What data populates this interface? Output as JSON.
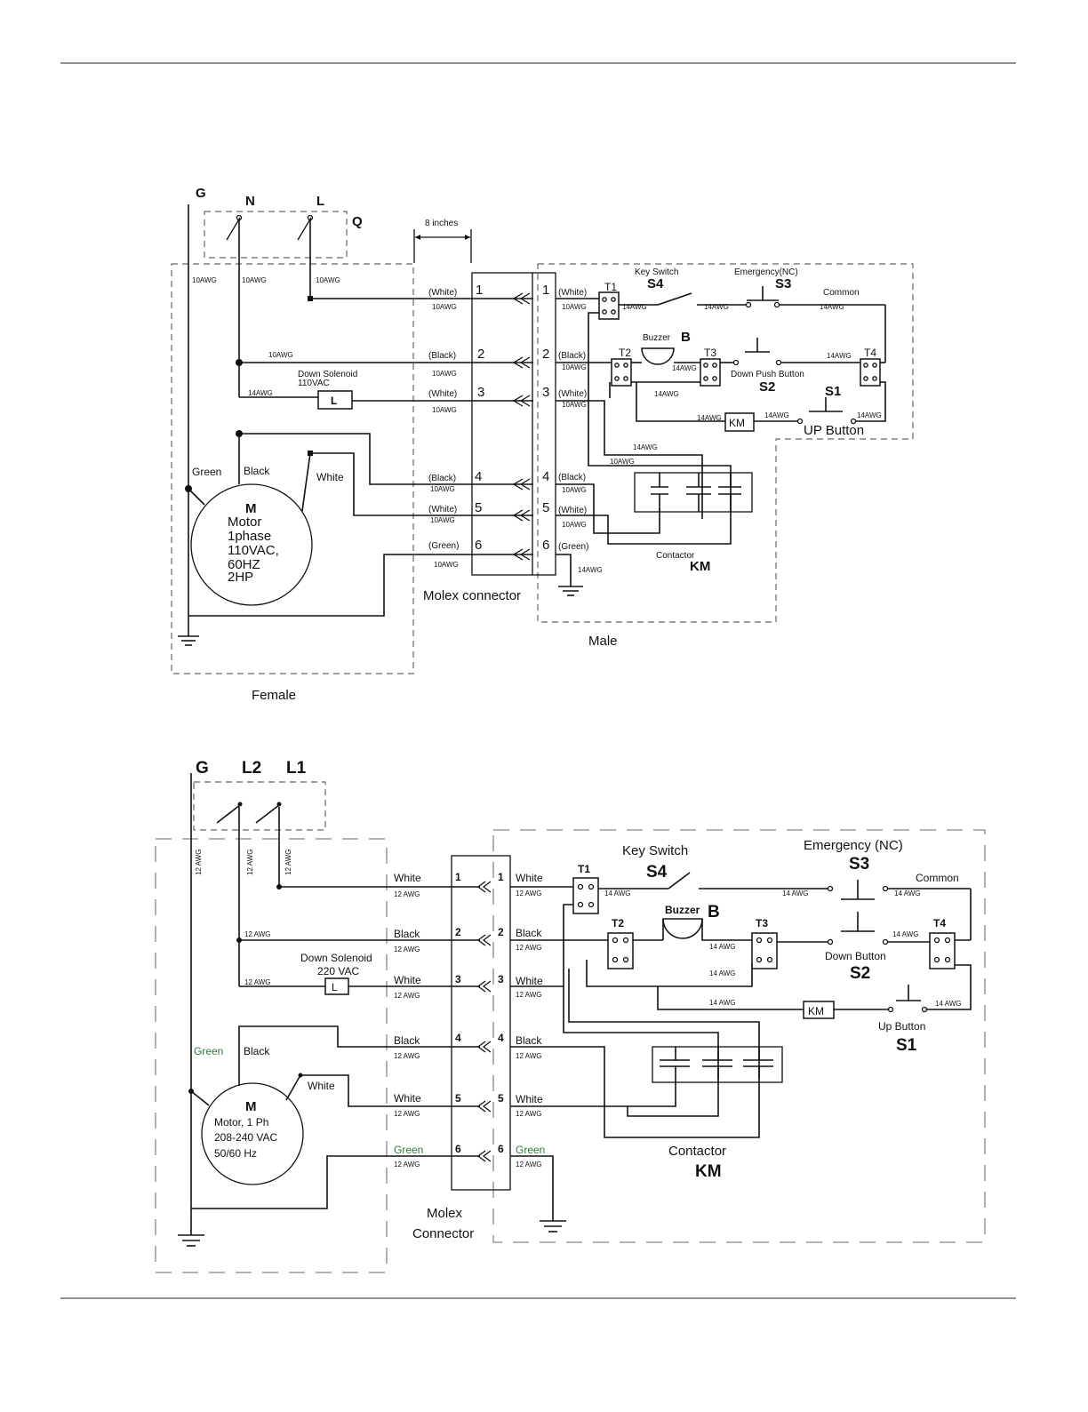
{
  "diagram1": {
    "terminals": {
      "g": "G",
      "n": "N",
      "l": "L",
      "q": "Q"
    },
    "dim_label": "8 inches",
    "awg10": "10AWG",
    "awg14": "14AWG",
    "molex_label": "Molex connector",
    "male_label": "Male",
    "female_label": "Female",
    "pins": [
      {
        "num": "1",
        "color": "(White)"
      },
      {
        "num": "2",
        "color": "(Black)"
      },
      {
        "num": "3",
        "color": "(White)"
      },
      {
        "num": "4",
        "color": "(Black)"
      },
      {
        "num": "5",
        "color": "(White)"
      },
      {
        "num": "6",
        "color": "(Green)"
      }
    ],
    "solenoid": {
      "label": "Down Solenoid",
      "voltage": "110VAC",
      "symbol": "L"
    },
    "motor": {
      "symbol": "M",
      "lines": [
        "Motor",
        "1phase",
        "110VAC,",
        "60HZ",
        "2HP"
      ]
    },
    "motor_wires": {
      "green": "Green",
      "black": "Black",
      "white": "White"
    },
    "key_switch": {
      "label": "Key Switch",
      "id": "S4"
    },
    "emergency": {
      "label": "Emergency(NC)",
      "id": "S3"
    },
    "common": "Common",
    "buzzer": {
      "label": "Buzzer",
      "id": "B"
    },
    "t1": "T1",
    "t2": "T2",
    "t3": "T3",
    "t4": "T4",
    "down_push": {
      "label": "Down Push Button",
      "id": "S2"
    },
    "s1": "S1",
    "up_button": "UP Button",
    "km": "KM",
    "contactor": {
      "label": "Contactor",
      "id": "KM"
    }
  },
  "diagram2": {
    "terminals": {
      "g": "G",
      "l2": "L2",
      "l1": "L1"
    },
    "awg12": "12 AWG",
    "awg14": "14 AWG",
    "molex_label": [
      "Molex",
      "Connector"
    ],
    "pins": [
      {
        "num": "1",
        "color": "White"
      },
      {
        "num": "2",
        "color": "Black"
      },
      {
        "num": "3",
        "color": "White"
      },
      {
        "num": "4",
        "color": "Black"
      },
      {
        "num": "5",
        "color": "White"
      },
      {
        "num": "6",
        "color": "Green"
      }
    ],
    "solenoid": {
      "label": "Down Solenoid",
      "voltage": "220 VAC",
      "symbol": "L"
    },
    "motor": {
      "symbol": "M",
      "lines": [
        "Motor, 1 Ph",
        "208-240 VAC",
        "50/60 Hz"
      ]
    },
    "motor_wires": {
      "green": "Green",
      "black": "Black",
      "white": "White"
    },
    "key_switch": {
      "label": "Key Switch",
      "id": "S4"
    },
    "emergency": {
      "label": "Emergency (NC)",
      "id": "S3"
    },
    "common": "Common",
    "buzzer": {
      "label": "Buzzer",
      "id": "B"
    },
    "t1": "T1",
    "t2": "T2",
    "t3": "T3",
    "t4": "T4",
    "down_button": {
      "label": "Down Button",
      "id": "S2"
    },
    "up_button": {
      "label": "Up Button",
      "id": "S1"
    },
    "km": "KM",
    "contactor": {
      "label": "Contactor",
      "id": "KM"
    }
  }
}
